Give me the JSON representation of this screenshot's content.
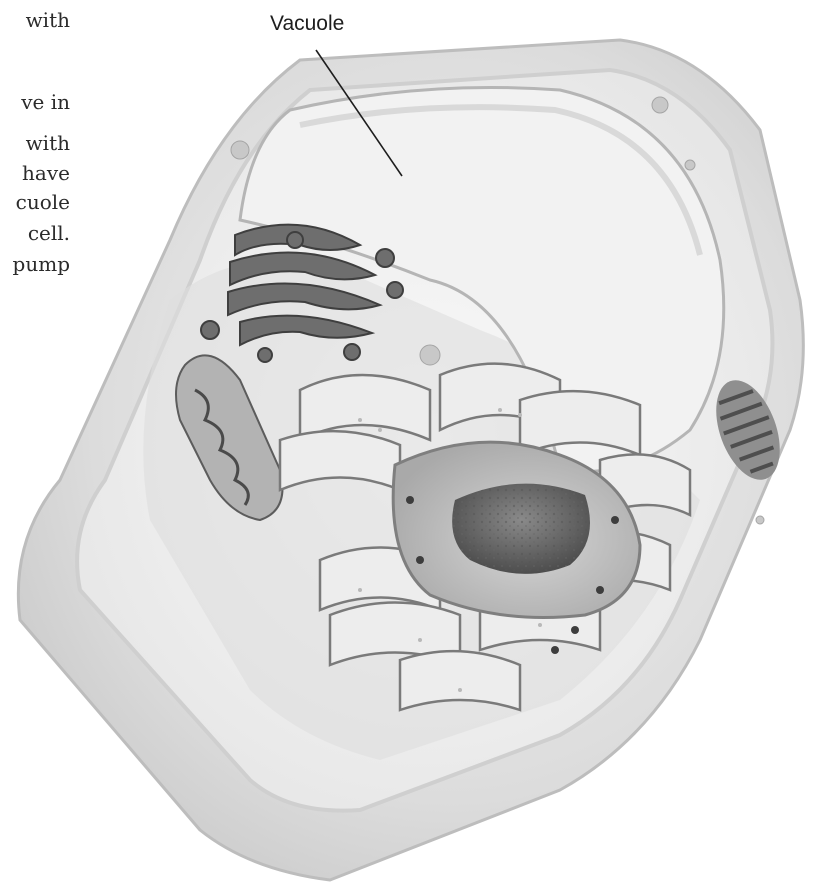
{
  "text_fragment": {
    "lines": [
      "with",
      "ve in",
      "with",
      "have",
      "cuole",
      "cell.",
      "pump"
    ]
  },
  "diagram": {
    "labels": [
      {
        "id": "vacuole",
        "text": "Vacuole"
      }
    ]
  },
  "colors": {
    "ink": "#2b2b2b",
    "cell_fill": "#e9e9e9",
    "organelle_dark": "#6e6e6e"
  }
}
